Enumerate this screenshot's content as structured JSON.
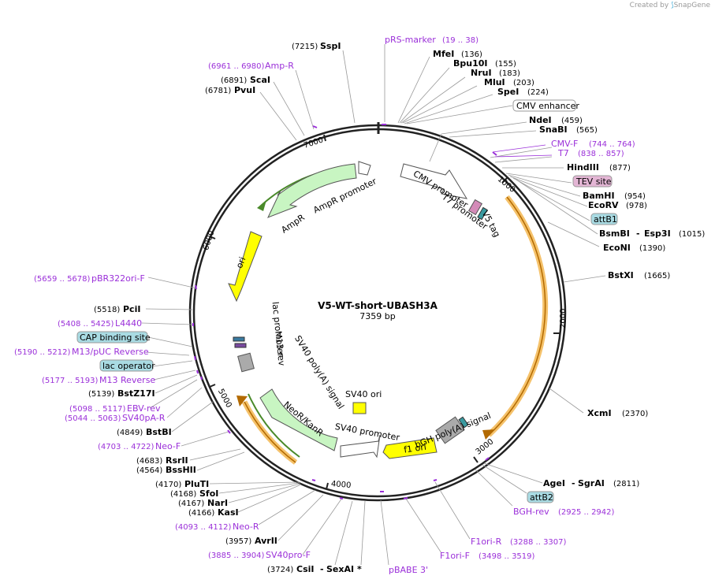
{
  "credit": {
    "prefix": "Created by",
    "brand": "SnapGene"
  },
  "plasmid": {
    "name": "V5-WT-short-UBASH3A",
    "length": "7359 bp"
  },
  "ticks": [
    "1000",
    "2000",
    "3000",
    "4000",
    "5000",
    "6000",
    "7000"
  ],
  "features": {
    "cmv_promoter": "CMV promoter",
    "t7_promoter": "T7 promoter",
    "v5_tag": "V5 tag",
    "ampr_promoter": "AmpR promoter",
    "ampr": "AmpR",
    "ori": "ori",
    "lac_promoter": "lac promoter",
    "m13_rev": "M13 rev",
    "sv40_polya": "SV40 poly(A) signal",
    "neor": "NeoR/KanR",
    "sv40_ori": "SV40 ori",
    "sv40_promoter": "SV40 promoter",
    "bgh_polya": "bGH poly(A) signal",
    "f1_ori": "f1 ori"
  },
  "boxed": {
    "cmv_enhancer": "CMV enhancer",
    "tev_site": "TEV site",
    "attb1": "attB1",
    "attb2": "attB2",
    "cap_site": "CAP binding site",
    "lac_operator": "lac operator"
  },
  "right_labels": {
    "prs_marker": {
      "name": "pRS-marker",
      "pos": "(19 .. 38)"
    },
    "mfei": {
      "name": "MfeI",
      "pos": "(136)"
    },
    "bpu10i": {
      "name": "Bpu10I",
      "pos": "(155)"
    },
    "nrui": {
      "name": "NruI",
      "pos": "(183)"
    },
    "mlui": {
      "name": "MluI",
      "pos": "(203)"
    },
    "spei": {
      "name": "SpeI",
      "pos": "(224)"
    },
    "ndei": {
      "name": "NdeI",
      "pos": "(459)"
    },
    "snabi": {
      "name": "SnaBI",
      "pos": "(565)"
    },
    "cmvf": {
      "name": "CMV-F",
      "pos": "(744 .. 764)"
    },
    "t7": {
      "name": "T7",
      "pos": "(838 .. 857)"
    },
    "hindiii": {
      "name": "HindIII",
      "pos": "(877)"
    },
    "bamhi": {
      "name": "BamHI",
      "pos": "(954)"
    },
    "ecorv": {
      "name": "EcoRV",
      "pos": "(978)"
    },
    "bsmbi": {
      "name": "BsmBI",
      "name2": "Esp3I",
      "sep": "-",
      "pos": "(1015)"
    },
    "econi": {
      "name": "EcoNI",
      "pos": "(1390)"
    },
    "bstxi": {
      "name": "BstXI",
      "pos": "(1665)"
    },
    "xcmi": {
      "name": "XcmI",
      "pos": "(2370)"
    },
    "agei": {
      "name": "AgeI",
      "name2": "SgrAI",
      "sep": "-",
      "pos": "(2811)"
    },
    "bghrev": {
      "name": "BGH-rev",
      "pos": "(2925 .. 2942)"
    },
    "f1orir": {
      "name": "F1ori-R",
      "pos": "(3288 .. 3307)"
    },
    "f1orif": {
      "name": "F1ori-F",
      "pos": "(3498 .. 3519)"
    },
    "pbabe3": {
      "name": "pBABE 3'"
    }
  },
  "left_labels": {
    "sspi": {
      "name": "SspI",
      "pos": "(7215)"
    },
    "ampr_primer": {
      "name": "Amp-R",
      "pos": "(6961 .. 6980)"
    },
    "scai": {
      "name": "ScaI",
      "pos": "(6891)"
    },
    "pvui": {
      "name": "PvuI",
      "pos": "(6781)"
    },
    "pbr322": {
      "name": "pBR322ori-F",
      "pos": "(5659 .. 5678)"
    },
    "pcii": {
      "name": "PciI",
      "pos": "(5518)"
    },
    "l4440": {
      "name": "L4440",
      "pos": "(5408 .. 5425)"
    },
    "m13puc": {
      "name": "M13/pUC Reverse",
      "pos": "(5190 .. 5212)"
    },
    "m13rev": {
      "name": "M13 Reverse",
      "pos": "(5177 .. 5193)"
    },
    "bstz17i": {
      "name": "BstZ17I",
      "pos": "(5139)"
    },
    "ebvrev": {
      "name": "EBV-rev",
      "pos": "(5098 .. 5117)"
    },
    "sv40par": {
      "name": "SV40pA-R",
      "pos": "(5044 .. 5063)"
    },
    "bstbi": {
      "name": "BstBI",
      "pos": "(4849)"
    },
    "neof": {
      "name": "Neo-F",
      "pos": "(4703 .. 4722)"
    },
    "rsrii": {
      "name": "RsrII",
      "pos": "(4683)"
    },
    "bsshii": {
      "name": "BssHII",
      "pos": "(4564)"
    },
    "pluti": {
      "name": "PluTI",
      "pos": "(4170)"
    },
    "sfoi": {
      "name": "SfoI",
      "pos": "(4168)"
    },
    "nari": {
      "name": "NarI",
      "pos": "(4167)"
    },
    "kasi": {
      "name": "KasI",
      "pos": "(4166)"
    },
    "neor_primer": {
      "name": "Neo-R",
      "pos": "(4093 .. 4112)"
    },
    "avrii": {
      "name": "AvrII",
      "pos": "(3957)"
    },
    "sv40prof": {
      "name": "SV40pro-F",
      "pos": "(3885 .. 3904)"
    },
    "csii": {
      "name": "CsiI",
      "name2": "SexAI",
      "sep": "-",
      "star": "*",
      "pos": "(3724)"
    }
  }
}
